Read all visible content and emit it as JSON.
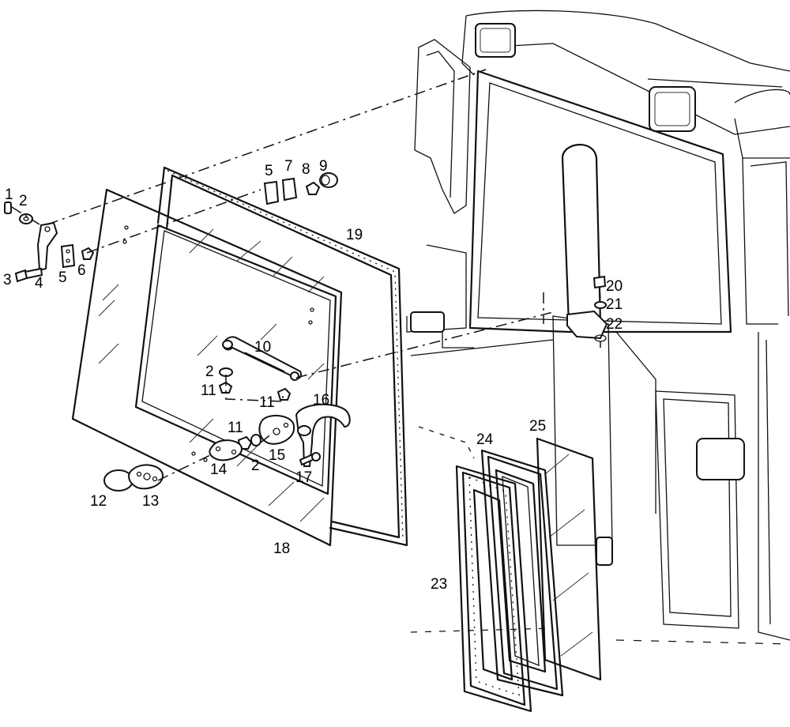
{
  "callouts": [
    "1",
    "2",
    "3",
    "4",
    "5",
    "6",
    "5",
    "7",
    "8",
    "9",
    "19",
    "10",
    "2",
    "11",
    "11",
    "16",
    "11",
    "2",
    "15",
    "17",
    "14",
    "12",
    "13",
    "18",
    "20",
    "21",
    "22",
    "25",
    "24",
    "23"
  ]
}
